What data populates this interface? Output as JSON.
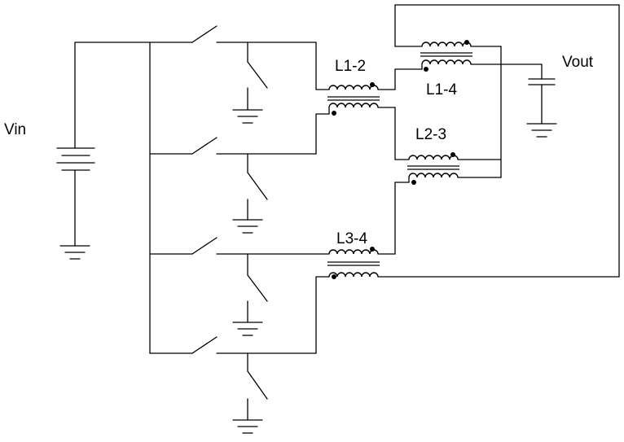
{
  "labels": {
    "vin": "Vin",
    "vout": "Vout",
    "l12": "L1-2",
    "l14": "L1-4",
    "l23": "L2-3",
    "l34": "L3-4"
  }
}
